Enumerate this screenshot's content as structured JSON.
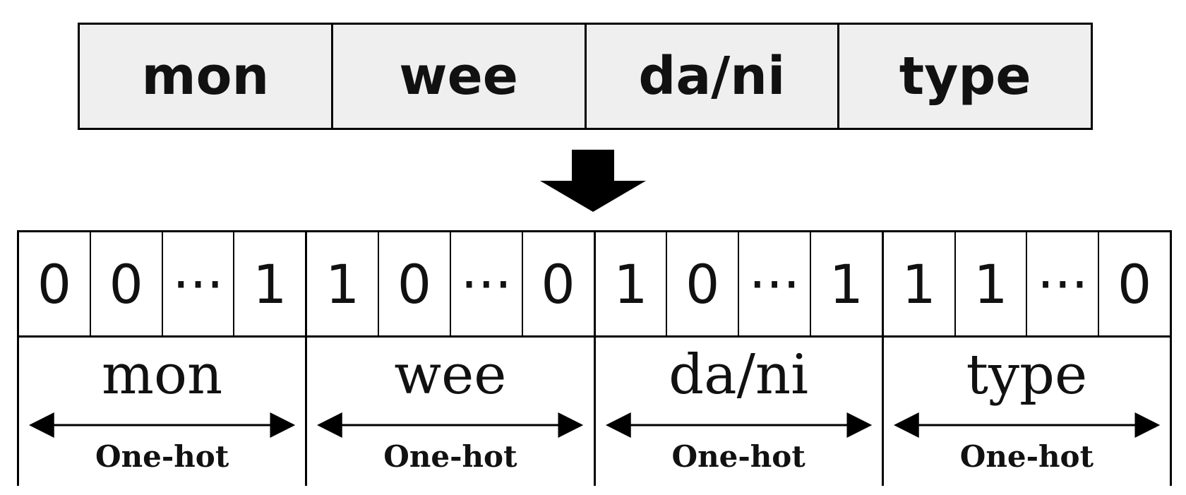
{
  "fields": [
    {
      "label": "mon",
      "bits": [
        "0",
        "0",
        "···",
        "1"
      ],
      "encoding": "One-hot"
    },
    {
      "label": "wee",
      "bits": [
        "1",
        "0",
        "···",
        "0"
      ],
      "encoding": "One-hot"
    },
    {
      "label": "da/ni",
      "bits": [
        "1",
        "0",
        "···",
        "1"
      ],
      "encoding": "One-hot"
    },
    {
      "label": "type",
      "bits": [
        "1",
        "1",
        "···",
        "0"
      ],
      "encoding": "One-hot"
    }
  ],
  "icons": {
    "transform": "down-arrow-icon",
    "span": "double-arrow-icon"
  },
  "colors": {
    "header_fill": "#efefef",
    "stroke": "#000000"
  }
}
